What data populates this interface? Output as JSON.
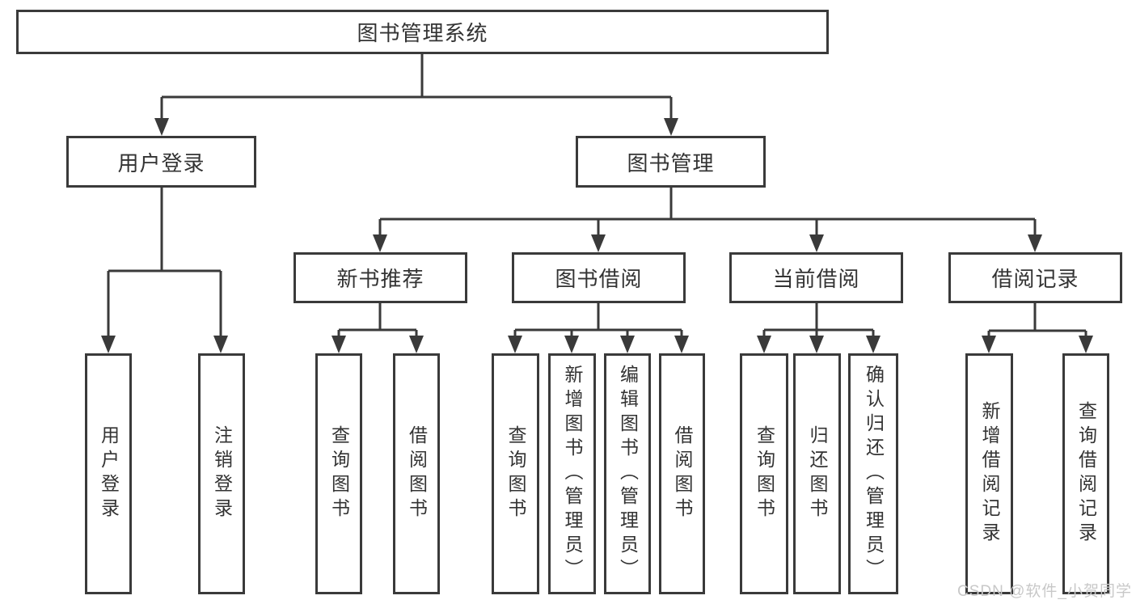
{
  "diagram": {
    "root": {
      "label": "图书管理系统"
    },
    "login": {
      "label": "用户登录",
      "children": [
        {
          "label": "用户登录"
        },
        {
          "label": "注销登录"
        }
      ]
    },
    "mgmt": {
      "label": "图书管理",
      "children": [
        {
          "label": "新书推荐",
          "children": [
            {
              "label": "查询图书"
            },
            {
              "label": "借阅图书"
            }
          ]
        },
        {
          "label": "图书借阅",
          "children": [
            {
              "label": "查询图书"
            },
            {
              "label": "新增图书（管理员）"
            },
            {
              "label": "编辑图书（管理员）"
            },
            {
              "label": "借阅图书"
            }
          ]
        },
        {
          "label": "当前借阅",
          "children": [
            {
              "label": "查询图书"
            },
            {
              "label": "归还图书"
            },
            {
              "label": "确认归还（管理员）"
            }
          ]
        },
        {
          "label": "借阅记录",
          "children": [
            {
              "label": "新增借阅记录"
            },
            {
              "label": "查询借阅记录"
            }
          ]
        }
      ]
    }
  },
  "watermark": {
    "text": "CSDN @软件_小贺同学"
  },
  "colors": {
    "line": "#3a3a3a",
    "text": "#333333",
    "watermark": "#c8c8c8",
    "background": "#ffffff"
  }
}
